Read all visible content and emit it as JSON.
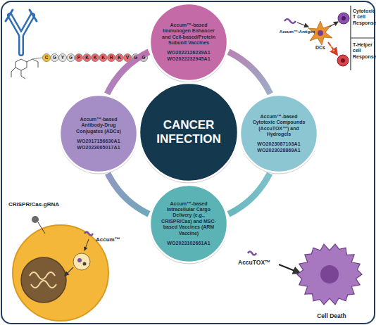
{
  "diagram": {
    "nodes": [
      {
        "text": [
          "Accum™-based Immunogen Enhancer and Cell-based/Protein Subunit Vaccines",
          "WO2022126239A1 WO2022232945A1"
        ]
      },
      {
        "text": [
          "Accum™-based Antibody-Drug Conjugates (ADCs)",
          "WO2017156630A1 WO2023065017A1"
        ]
      },
      {
        "text": [
          "CANCER INFECTION"
        ]
      },
      {
        "text": [
          "Accum™-based Cytotoxic Compounds (AccuTOX™) and Hydrogels",
          "WO2023087103A1 WO2023028869A1"
        ]
      },
      {
        "text": [
          "Accum™-based Intracellular Cargo Delivery (e.g., CRISPR/Cas) and MSC-based Vaccines (ARM Vaccine)",
          "WO2023102661A1"
        ]
      }
    ],
    "edges": [
      {
        "from": 0,
        "to": 3,
        "arrow": "none"
      },
      {
        "from": 3,
        "to": 4,
        "arrow": "none"
      },
      {
        "from": 4,
        "to": 1,
        "arrow": "none"
      },
      {
        "from": 1,
        "to": 0,
        "arrow": "none"
      }
    ],
    "labels": [
      "C",
      "G",
      "Y",
      "G",
      "P",
      "K",
      "K",
      "K",
      "R",
      "K",
      "V",
      "G",
      "G",
      "Accum™:Antigen",
      "DCs",
      "Cytotoxic T cell Response",
      "T-Helper cell Response",
      "CRISPR/Cas-gRNA",
      "Accum™",
      "AccuTOX™",
      "Cell Death"
    ]
  }
}
